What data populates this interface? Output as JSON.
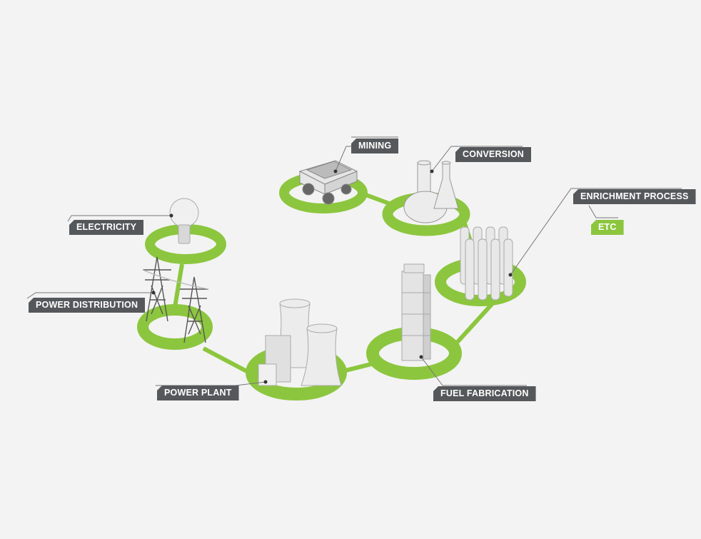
{
  "diagram": {
    "stages": [
      {
        "id": "mining",
        "label": "MINING"
      },
      {
        "id": "conversion",
        "label": "CONVERSION"
      },
      {
        "id": "enrichment",
        "label": "ENRICHMENT PROCESS",
        "sublabel": "ETC"
      },
      {
        "id": "fuel-fabrication",
        "label": "FUEL FABRICATION"
      },
      {
        "id": "power-plant",
        "label": "POWER PLANT"
      },
      {
        "id": "power-distribution",
        "label": "POWER DISTRIBUTION"
      },
      {
        "id": "electricity",
        "label": "ELECTRICITY"
      }
    ],
    "colors": {
      "ring": "#8cc63e",
      "label_bg": "#55585b",
      "background": "#f3f3f3"
    }
  }
}
